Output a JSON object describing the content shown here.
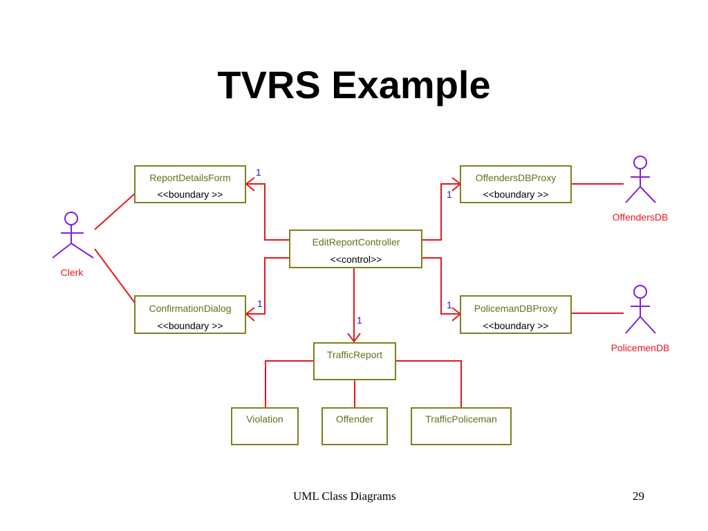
{
  "slide": {
    "title": "TVRS Example",
    "footer_text": "UML Class Diagrams",
    "page_number": "29"
  },
  "colors": {
    "class_border": "#7f7f1f",
    "class_name": "#6b6b1a",
    "association_line": "#e8141c",
    "multiplicity": "#1a1acc",
    "actor": "#7b1fe0",
    "actor_label": "#e8141c"
  },
  "classes": {
    "report_details_form": {
      "name": "ReportDetailsForm",
      "stereotype": "<<boundary >>"
    },
    "confirmation_dialog": {
      "name": "ConfirmationDialog",
      "stereotype": "<<boundary >>"
    },
    "edit_report_controller": {
      "name": "EditReportController",
      "stereotype": "<<control>>"
    },
    "offenders_db_proxy": {
      "name": "OffendersDBProxy",
      "stereotype": "<<boundary >>"
    },
    "policeman_db_proxy": {
      "name": "PolicemanDBProxy",
      "stereotype": "<<boundary >>"
    },
    "traffic_report": {
      "name": "TrafficReport"
    },
    "violation": {
      "name": "Violation"
    },
    "offender": {
      "name": "Offender"
    },
    "traffic_policeman": {
      "name": "TrafficPoliceman"
    }
  },
  "actors": {
    "clerk": {
      "label": "Clerk",
      "icon": "stick-figure-actor-icon"
    },
    "offenders_db": {
      "label": "OffendersDB",
      "icon": "stick-figure-actor-icon"
    },
    "policemen_db": {
      "label": "PolicemenDB",
      "icon": "stick-figure-actor-icon"
    }
  },
  "multiplicities": {
    "to_report_details_form": "1",
    "to_confirmation_dialog": "1",
    "to_offenders_db_proxy": "1",
    "to_policeman_db_proxy": "1",
    "to_traffic_report": "1"
  },
  "associations": [
    {
      "from": "Clerk",
      "to": "ReportDetailsForm",
      "navigable": false
    },
    {
      "from": "Clerk",
      "to": "ConfirmationDialog",
      "navigable": false
    },
    {
      "from": "EditReportController",
      "to": "ReportDetailsForm",
      "navigable": true,
      "multiplicity": "1"
    },
    {
      "from": "EditReportController",
      "to": "ConfirmationDialog",
      "navigable": true,
      "multiplicity": "1"
    },
    {
      "from": "EditReportController",
      "to": "OffendersDBProxy",
      "navigable": true,
      "multiplicity": "1"
    },
    {
      "from": "EditReportController",
      "to": "PolicemanDBProxy",
      "navigable": true,
      "multiplicity": "1"
    },
    {
      "from": "EditReportController",
      "to": "TrafficReport",
      "navigable": true,
      "multiplicity": "1"
    },
    {
      "from": "OffendersDBProxy",
      "to": "OffendersDB",
      "navigable": false
    },
    {
      "from": "PolicemanDBProxy",
      "to": "PolicemenDB",
      "navigable": false
    },
    {
      "from": "TrafficReport",
      "to": "Violation",
      "navigable": false
    },
    {
      "from": "TrafficReport",
      "to": "Offender",
      "navigable": false
    },
    {
      "from": "TrafficReport",
      "to": "TrafficPoliceman",
      "navigable": false
    }
  ]
}
